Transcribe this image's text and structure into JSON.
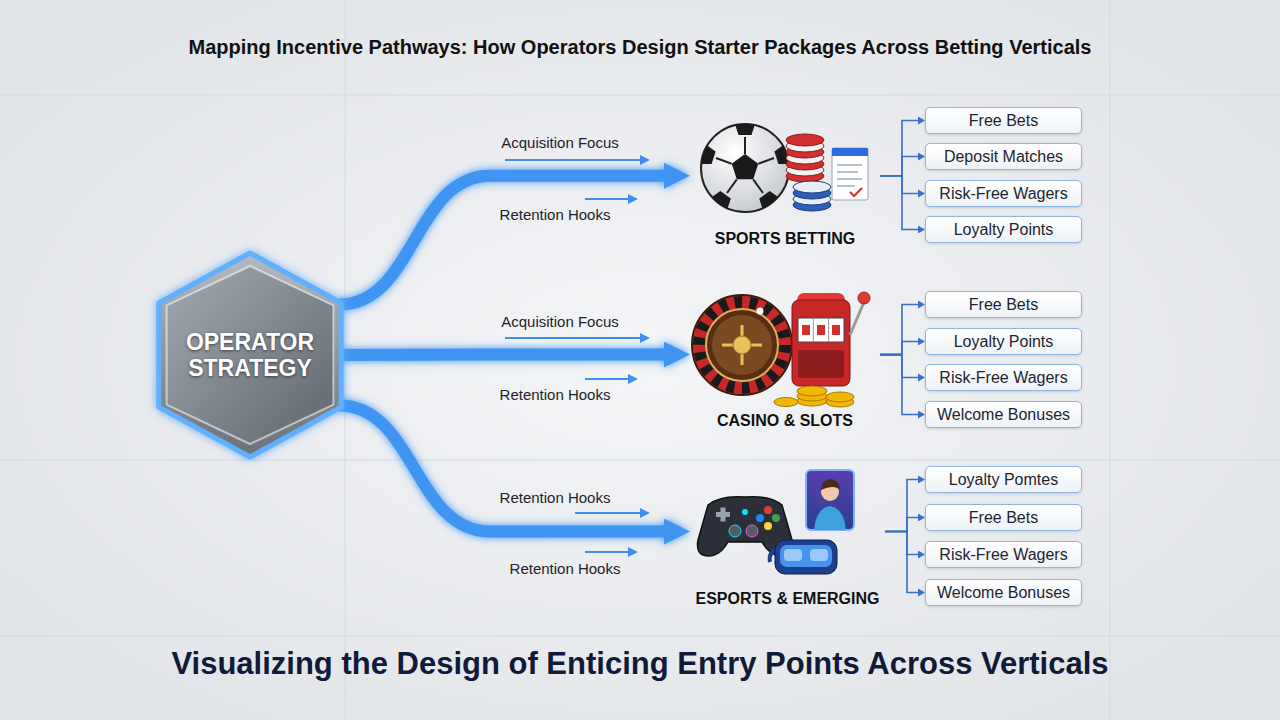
{
  "diagram": {
    "title": "Mapping Incentive Pathways: How Operators Design Starter Packages Across Betting Verticals",
    "caption": "Visualizing the Design of Enticing Entry Points Across Verticals",
    "nodes": [
      {
        "text": [
          "OPERATOR STRATEGY"
        ]
      },
      {
        "text": [
          "SPORTS BETTING"
        ]
      },
      {
        "text": [
          "Free Bets"
        ]
      },
      {
        "text": [
          "Deposit Matches"
        ]
      },
      {
        "text": [
          "Risk-Free Wagers"
        ]
      },
      {
        "text": [
          "Loyalty Points"
        ]
      },
      {
        "text": [
          "CASINO & SLOTS"
        ]
      },
      {
        "text": [
          "Free Bets"
        ]
      },
      {
        "text": [
          "Loyalty Points"
        ]
      },
      {
        "text": [
          "Risk-Free Wagers"
        ]
      },
      {
        "text": [
          "Welcome Bonuses"
        ]
      },
      {
        "text": [
          "ESPORTS & EMERGING"
        ]
      },
      {
        "text": [
          "Loyalty Pomtes"
        ]
      },
      {
        "text": [
          "Free Bets"
        ]
      },
      {
        "text": [
          "Risk-Free Wagers"
        ]
      },
      {
        "text": [
          "Welcome Bonuses"
        ]
      }
    ],
    "edges": [
      {
        "from": 0,
        "to": 1,
        "arrow": "to",
        "label": "Acquisition Focus"
      },
      {
        "from": 0,
        "to": 6,
        "arrow": "to",
        "label": "Acquisition Focus"
      },
      {
        "from": 0,
        "to": 11,
        "arrow": "to",
        "label": "Retention Hooks"
      },
      {
        "from": 1,
        "to": 2,
        "arrow": "to"
      },
      {
        "from": 1,
        "to": 3,
        "arrow": "to"
      },
      {
        "from": 1,
        "to": 4,
        "arrow": "to"
      },
      {
        "from": 1,
        "to": 5,
        "arrow": "to"
      },
      {
        "from": 6,
        "to": 7,
        "arrow": "to"
      },
      {
        "from": 6,
        "to": 8,
        "arrow": "to"
      },
      {
        "from": 6,
        "to": 9,
        "arrow": "to"
      },
      {
        "from": 6,
        "to": 10,
        "arrow": "to"
      },
      {
        "from": 11,
        "to": 12,
        "arrow": "to"
      },
      {
        "from": 11,
        "to": 13,
        "arrow": "to"
      },
      {
        "from": 11,
        "to": 14,
        "arrow": "to"
      },
      {
        "from": 11,
        "to": 15,
        "arrow": "to"
      }
    ],
    "labels": [
      "Retention Hooks",
      "Retention Hooks",
      "Retention Hooks"
    ]
  }
}
